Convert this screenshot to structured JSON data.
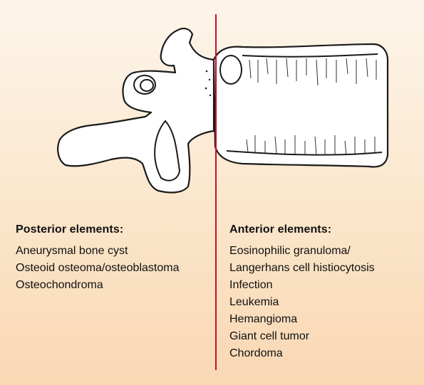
{
  "posterior": {
    "heading": "Posterior elements:",
    "items": [
      "Aneurysmal bone cyst",
      "Osteoid osteoma/osteoblastoma",
      "Osteochondroma"
    ]
  },
  "anterior": {
    "heading": "Anterior elements:",
    "items": [
      "Eosinophilic granuloma/",
      "Langerhans cell histiocytosis",
      "Infection",
      "Leukemia",
      "Hemangioma",
      "Giant cell tumor",
      "Chordoma"
    ]
  },
  "colors": {
    "divider": "#c4102c",
    "background_top": "#fdf5ea",
    "background_bottom": "#f9d7b3"
  }
}
